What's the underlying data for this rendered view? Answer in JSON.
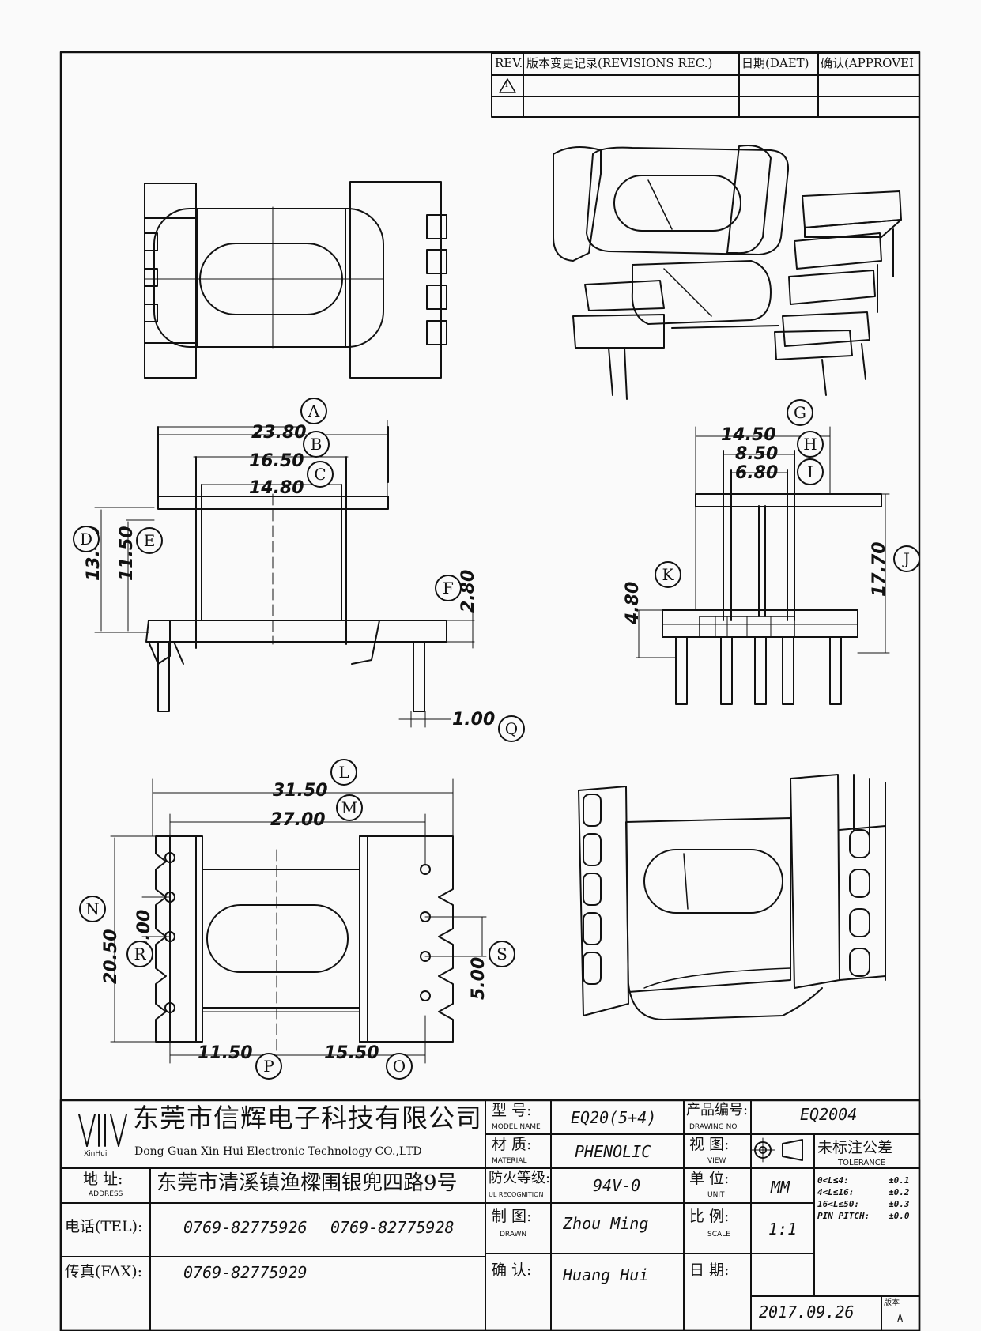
{
  "revisions_table": {
    "headers": [
      "REV.",
      "版本变更记录(REVISIONS REC.)",
      "日期(DAET)",
      "确认(APPROVEI"
    ],
    "rev_symbol": "1"
  },
  "dimensions": {
    "A": "23.80",
    "B": "16.50",
    "C": "14.80",
    "D": "13.40",
    "E": "11.50",
    "F": "2.80",
    "G": "14.50",
    "H": "8.50",
    "I": "6.80",
    "J": "17.70",
    "K": "4.80",
    "L": "31.50",
    "M": "27.00",
    "N": "20.50",
    "R": "4.00",
    "S": "5.00",
    "P": "11.50",
    "O": "15.50",
    "Q": "1.00"
  },
  "balloons": [
    "A",
    "B",
    "C",
    "D",
    "E",
    "F",
    "G",
    "H",
    "I",
    "J",
    "K",
    "L",
    "M",
    "N",
    "O",
    "P",
    "Q",
    "R",
    "S"
  ],
  "title_block": {
    "logo_text": "XinHui",
    "company_cn": "东莞市信辉电子科技有限公司",
    "company_en": "Dong Guan Xin Hui Electronic Technology CO.,LTD",
    "address_label": "地 址:",
    "address_label_en": "ADDRESS",
    "address": "东莞市清溪镇渔樑围银兜四路9号",
    "tel_label": "电话(TEL):",
    "tel_1": "0769-82775926",
    "tel_2": "0769-82775928",
    "fax_label": "传真(FAX):",
    "fax": "0769-82775929",
    "model_label": "型 号:",
    "model_label_en": "MODEL NAME",
    "model": "EQ20(5+4)",
    "material_label": "材 质:",
    "material_label_en": "MATERIAL",
    "material": "PHENOLIC",
    "ul_label": "防火等级:",
    "ul_label_en": "UL RECOGNITION",
    "ul": "94V-0",
    "drawn_label": "制 图:",
    "drawn_label_en": "DRAWN",
    "drawn": "Zhou Ming",
    "confirm_label": "确 认:",
    "confirm": "Huang Hui",
    "drawing_no_label": "产品编号:",
    "drawing_no_label_en": "DRAWING NO.",
    "drawing_no": "EQ2004",
    "view_label": "视 图:",
    "view_label_en": "VIEW",
    "unit_label": "单 位:",
    "unit_label_en": "UNIT",
    "unit": "MM",
    "scale_label": "比 例:",
    "scale_label_en": "SCALE",
    "scale": "1:1",
    "date_label": "日 期:",
    "date": "2017.09.26",
    "version_label": "版本",
    "version": "A",
    "tolerance_title": "未标注公差",
    "tolerance_title_en": "TOLERANCE",
    "tolerances": [
      {
        "range": "0<L≤4:",
        "value": "±0.1"
      },
      {
        "range": "4<L≤16:",
        "value": "±0.2"
      },
      {
        "range": "16<L≤50:",
        "value": "±0.3"
      },
      {
        "range": "PIN PITCH:",
        "value": "±0.0"
      }
    ]
  }
}
